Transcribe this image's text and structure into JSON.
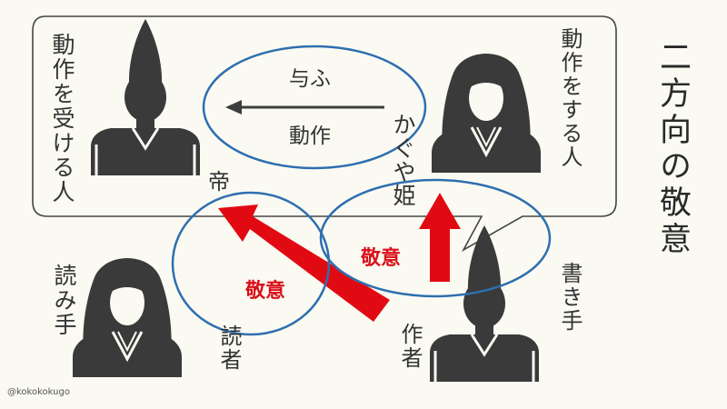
{
  "title": "二方向の敬意",
  "labels": {
    "receiver": "動作を受ける人",
    "doer": "動作をする人",
    "reader_role": "読み手",
    "writer_role": "書き手",
    "reader": "読者",
    "writer": "作者",
    "mikado": "帝",
    "kaguya": "かぐや姫",
    "action_verb": "与ふ",
    "action": "動作",
    "respect_1": "敬意",
    "respect_2": "敬意"
  },
  "credit": "@kokokokugo",
  "colors": {
    "background": "#fbfaf2",
    "figure": "#3a3a3a",
    "respect_arrow": "#e20a12",
    "ellipse_outline": "#2e6fb0",
    "box_outline": "#444444"
  }
}
